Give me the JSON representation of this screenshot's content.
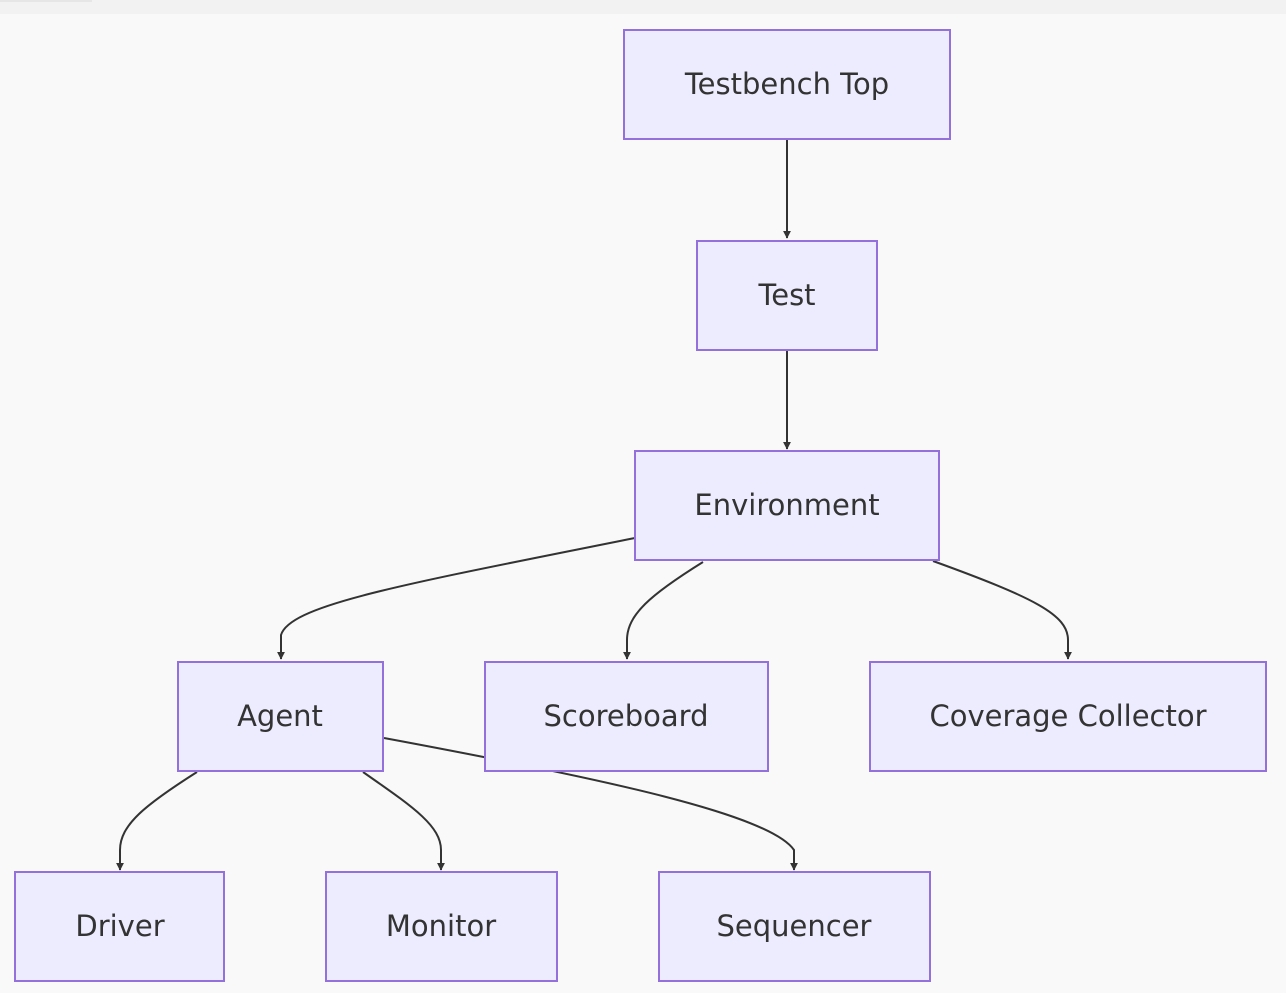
{
  "diagram": {
    "nodes": {
      "testbench_top": "Testbench Top",
      "test": "Test",
      "environment": "Environment",
      "agent": "Agent",
      "scoreboard": "Scoreboard",
      "coverage_collector": "Coverage Collector",
      "driver": "Driver",
      "monitor": "Monitor",
      "sequencer": "Sequencer"
    },
    "edges": [
      {
        "from": "testbench_top",
        "to": "test"
      },
      {
        "from": "test",
        "to": "environment"
      },
      {
        "from": "environment",
        "to": "agent"
      },
      {
        "from": "environment",
        "to": "scoreboard"
      },
      {
        "from": "environment",
        "to": "coverage_collector"
      },
      {
        "from": "agent",
        "to": "driver"
      },
      {
        "from": "agent",
        "to": "monitor"
      },
      {
        "from": "agent",
        "to": "sequencer"
      }
    ],
    "colors": {
      "node_fill": "#ececfe",
      "node_stroke": "#9370db",
      "edge": "#333333",
      "text": "#333333",
      "background": "#f9f9f9"
    }
  }
}
